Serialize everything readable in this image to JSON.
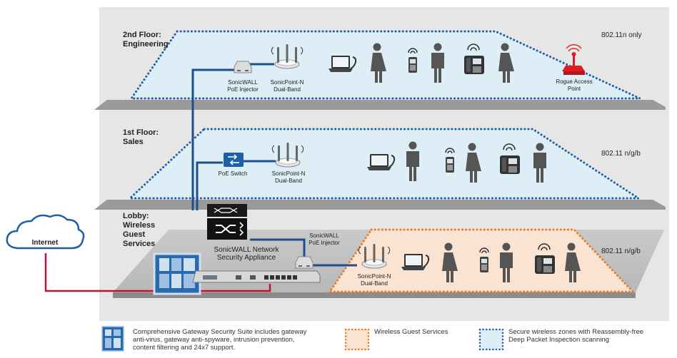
{
  "floors": {
    "second": {
      "title_line1": "2nd Floor:",
      "title_line2": "Engineering",
      "band": "802.11n only"
    },
    "first": {
      "title_line1": "1st Floor:",
      "title_line2": "Sales",
      "band": "802.11 n/g/b"
    },
    "lobby": {
      "title_line1": "Lobby:",
      "title_line2": "Wireless",
      "title_line3": "Guest",
      "title_line4": "Services",
      "band": "802.11 n/g/b"
    }
  },
  "labels": {
    "poe_injector_2f_line1": "SonicWALL",
    "poe_injector_2f_line2": "PoE Injector",
    "sonicpoint_2f_line1": "SonicPoint-N",
    "sonicpoint_2f_line2": "Dual-Band",
    "rogue_line1": "Rogue Access",
    "rogue_line2": "Point",
    "poe_switch": "PoE Switch",
    "sonicpoint_1f_line1": "SonicPoint-N",
    "sonicpoint_1f_line2": "Dual-Band",
    "appliance_line1": "SonicWALL Network",
    "appliance_line2": "Security Appliance",
    "poe_injector_lobby_line1": "SonicWALL",
    "poe_injector_lobby_line2": "PoE Injector",
    "sonicpoint_lobby_line1": "SonicPoint-N",
    "sonicpoint_lobby_line2": "Dual-Band",
    "internet": "Internet"
  },
  "legend": {
    "suite_line1": "Comprehensive Gateway Security Suite includes gateway",
    "suite_line2": "anti-virus, gateway anti-spyware, intrusion prevention,",
    "suite_line3": "content filtering and 24x7 support.",
    "guest": "Wireless Guest Services",
    "secure_line1": "Secure wireless zones with Reassembly-free",
    "secure_line2": "Deep Packet Inspection scanning"
  },
  "colors": {
    "secure_zone_fill": "#ddeef6",
    "secure_zone_dots": "#1f5fa6",
    "guest_zone_fill": "#fbe3d1",
    "guest_zone_dots": "#ec7a22",
    "cable_blue": "#1f4e8c",
    "cable_red": "#c8102e",
    "rogue_red": "#e01b22"
  }
}
